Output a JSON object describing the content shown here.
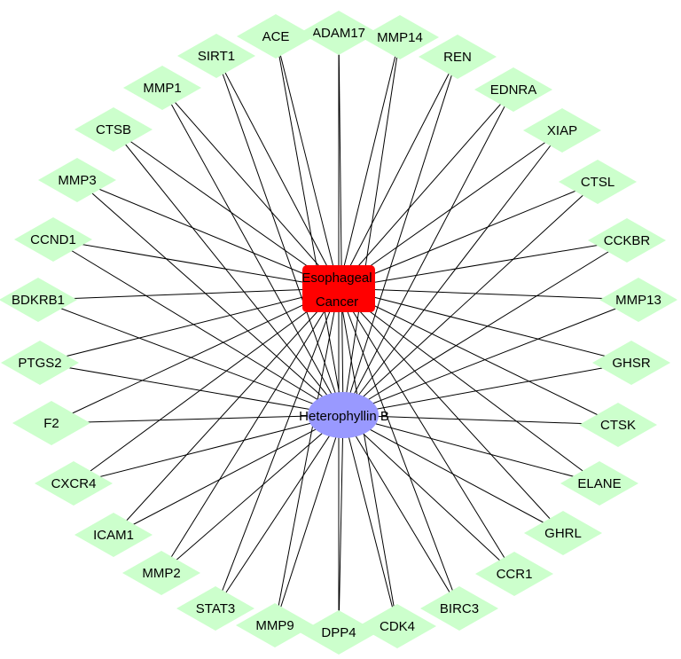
{
  "network": {
    "disease": {
      "lines": [
        "Esophageal",
        "Cancer"
      ],
      "color": "#ff0000"
    },
    "compound": {
      "label": "Heterophyllin B",
      "color": "#9999ff"
    },
    "targets": [
      "ADAM17",
      "MMP14",
      "REN",
      "EDNRA",
      "XIAP",
      "CTSL",
      "CCKBR",
      "MMP13",
      "GHSR",
      "CTSK",
      "ELANE",
      "GHRL",
      "CCR1",
      "BIRC3",
      "CDK4",
      "DPP4",
      "MMP9",
      "STAT3",
      "MMP2",
      "ICAM1",
      "CXCR4",
      "F2",
      "PTGS2",
      "BDKRB1",
      "CCND1",
      "MMP3",
      "CTSB",
      "MMP1",
      "SIRT1",
      "ACE"
    ],
    "target_color": "#ccffcc"
  }
}
